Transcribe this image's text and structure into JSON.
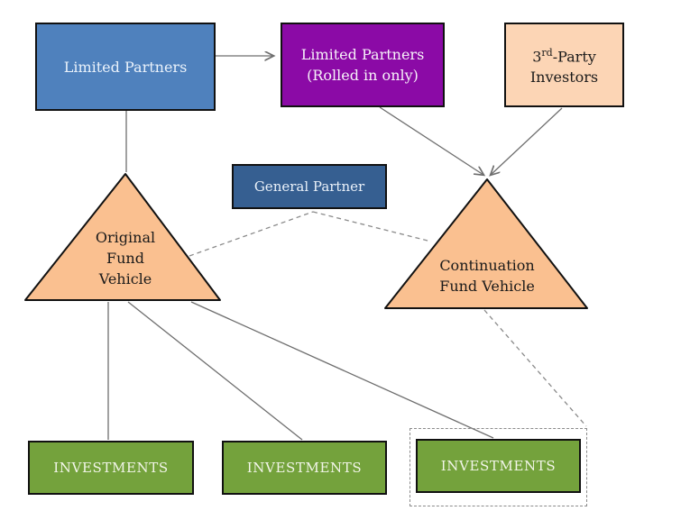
{
  "colors": {
    "blue": "#4F81BD",
    "purple": "#8B0AA6",
    "peach-light": "#FCD5B5",
    "orange": "#FAC090",
    "dark-blue": "#365F91",
    "green": "#74A23C",
    "line": "#6E6E6E",
    "dash": "#8A8A8A"
  },
  "nodes": {
    "limited_partners": {
      "label": "Limited Partners"
    },
    "limited_partners_rolled": {
      "line1": "Limited Partners",
      "line2": "(Rolled in only)"
    },
    "third_party": {
      "base": "3",
      "sup": "rd",
      "rest": "-Party",
      "line2": "Investors"
    },
    "general_partner": {
      "label": "General Partner"
    },
    "original_fund": {
      "line1": "Original",
      "line2": "Fund",
      "line3": "Vehicle"
    },
    "continuation_fund": {
      "line1": "Continuation",
      "line2": "Fund Vehicle"
    },
    "investments_1": {
      "label": "INVESTMENTS"
    },
    "investments_2": {
      "label": "INVESTMENTS"
    },
    "investments_3": {
      "label": "INVESTMENTS"
    }
  }
}
